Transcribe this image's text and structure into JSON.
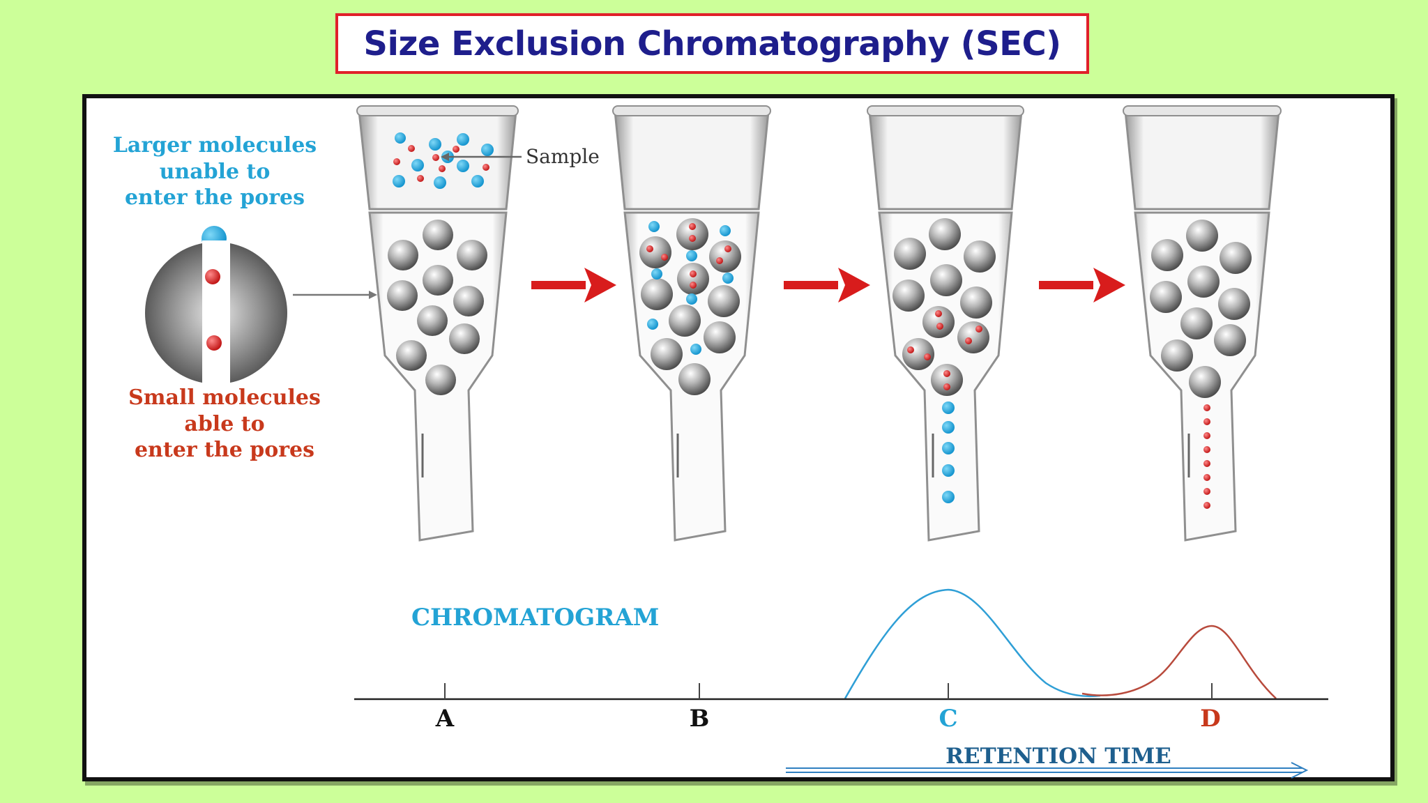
{
  "title": "Size Exclusion Chromatography (SEC)",
  "legend": {
    "large_line1": "Larger molecules",
    "large_line2": "unable to",
    "large_line3": "enter the pores",
    "small_line1": "Small molecules",
    "small_line2": "able to",
    "small_line3": "enter the pores"
  },
  "sample_label": "Sample",
  "chromatogram_label": "CHROMATOGRAM",
  "axis": {
    "ticks": [
      "A",
      "B",
      "C",
      "D"
    ],
    "retention_label": "RETENTION TIME"
  },
  "colors": {
    "background": "#ccff99",
    "large_molecule": "#1aa7dc",
    "small_molecule": "#d62b2b",
    "arrow": "#d81c1c",
    "title_border": "#e0202a",
    "title_text": "#1e1e8c"
  }
}
